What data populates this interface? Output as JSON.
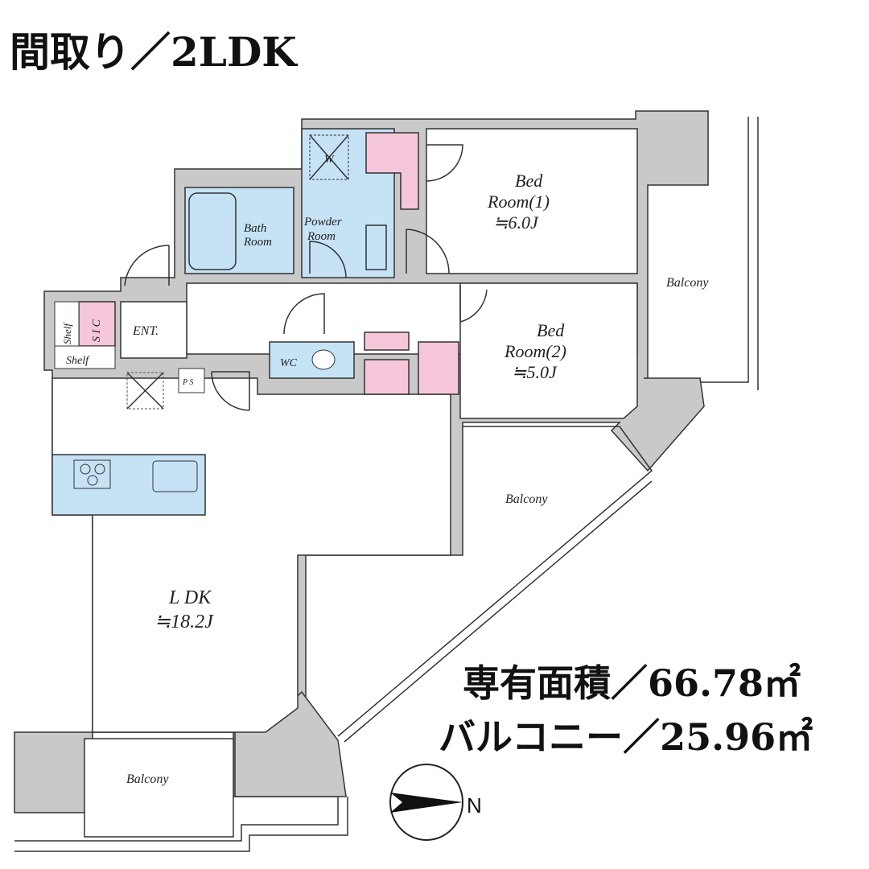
{
  "title": "間取り／2LDK",
  "rooms": {
    "bed1_name": "Bed",
    "bed1_name2": "Room(1)",
    "bed1_size": "≒6.0J",
    "bed2_name": "Bed",
    "bed2_name2": "Room(2)",
    "bed2_size": "≒5.0J",
    "bath_1": "Bath",
    "bath_2": "Room",
    "powder_1": "Powder",
    "powder_2": "Room",
    "washer": "W",
    "ent": "ENT.",
    "sic": "S I C",
    "shelf_1": "Shelf",
    "shelf_2": "Shelf",
    "ps": "P S",
    "wc": "WC",
    "ldk_name": "L DK",
    "ldk_size": "≒18.2J",
    "balcony_right": "Balcony",
    "balcony_middle": "Balcony",
    "balcony_bottom": "Balcony"
  },
  "areas": {
    "exclusive": "専有面積／66.78㎡",
    "balcony": "バルコニー／25.96㎡"
  },
  "compass": {
    "north_label": "N"
  },
  "colors": {
    "wet_area": "#c5e3f5",
    "storage": "#f6c6db",
    "wall": "#c9c9c9"
  }
}
